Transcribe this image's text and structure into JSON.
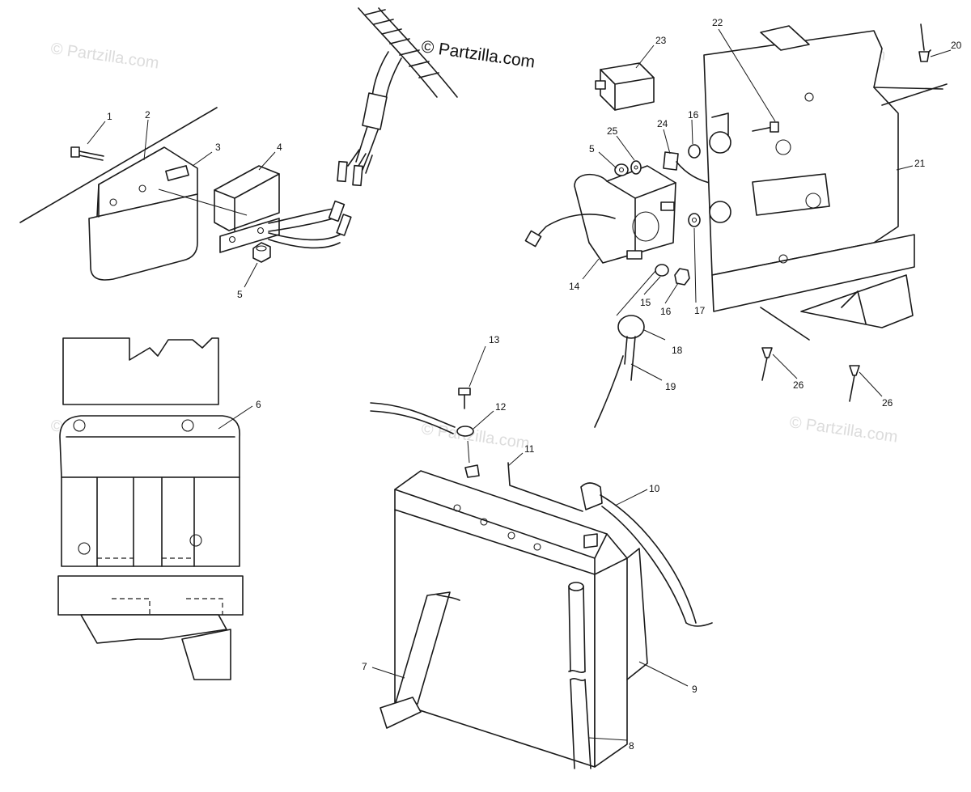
{
  "copyright": "© Partzilla.com",
  "watermark": "© Partzilla.com",
  "colors": {
    "ink": "#1a1a1a",
    "watermark": "#dcdcdc",
    "background": "#ffffff"
  },
  "callouts": {
    "n1": "1",
    "n2": "2",
    "n3": "3",
    "n4": "4",
    "n5a": "5",
    "n5b": "5",
    "n6": "6",
    "n7": "7",
    "n8": "8",
    "n9": "9",
    "n10": "10",
    "n11": "11",
    "n12": "12",
    "n13": "13",
    "n14": "14",
    "n15": "15",
    "n16a": "16",
    "n16b": "16",
    "n17": "17",
    "n18": "18",
    "n19": "19",
    "n20": "20",
    "n21": "21",
    "n22": "22",
    "n23": "23",
    "n24": "24",
    "n25": "25",
    "n26a": "26",
    "n26b": "26"
  }
}
